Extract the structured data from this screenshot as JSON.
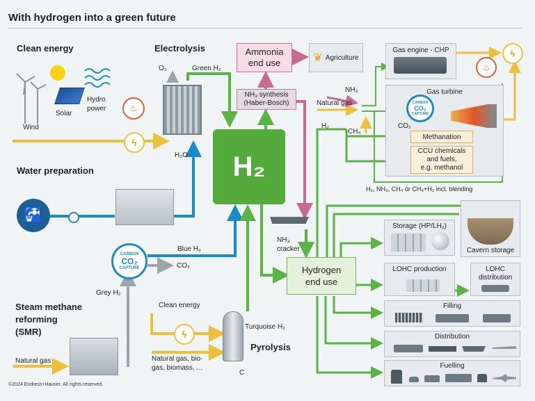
{
  "title": "With hydrogen into a green future",
  "sources": {
    "clean_energy": "Clean energy",
    "wind": "Wind",
    "solar": "Solar",
    "hydro_power_1": "Hydro",
    "hydro_power_2": "power",
    "water_preparation": "Water preparation",
    "smr_1": "Steam methane",
    "smr_2": "reforming",
    "smr_3": "(SMR)",
    "natural_gas": "Natural gas",
    "grey_h2": "Grey H₂"
  },
  "electrolysis": {
    "title": "Electrolysis",
    "o2": "O₂",
    "green_h2": "Green H₂",
    "h2o": "H₂O"
  },
  "hub": {
    "label": "H₂"
  },
  "carbon_capture": {
    "top": "CARBON",
    "mid": "CO₂",
    "bottom": "CAPTURE",
    "blue_h2": "Blue H₂",
    "co2": "CO₂"
  },
  "pyrolysis": {
    "title": "Pyrolysis",
    "clean_energy": "Clean energy",
    "turquoise_h2": "Turquoise H₂",
    "feed_1": "Natural gas, bio-",
    "feed_2": "gas, biomass, ...",
    "carbon": "C"
  },
  "ammonia": {
    "end_use_1": "Ammonia",
    "end_use_2": "end use",
    "synthesis_1": "NH₃ synthesis",
    "synthesis_2": "(Haber-Bosch)",
    "agriculture": "Agriculture",
    "cracker_1": "NH₃",
    "cracker_2": "cracker"
  },
  "power": {
    "gas_engine": "Gas engine - CHP",
    "gas_turbine": "Gas turbine",
    "nh3": "NH₃",
    "natural_gas": "Natural gas",
    "h2": "H₂",
    "ch4": "CH₄",
    "co2": "CO₂",
    "methanation": "Methanation",
    "ccu_1": "CCU chemicals",
    "ccu_2": "and fuels,",
    "ccu_3": "e.g. methanol",
    "blending": "H₂, NH₃, CH₄ or CH₄+H₂ incl. blending"
  },
  "hydrogen_end_use": {
    "line_1": "Hydrogen",
    "line_2": "end use"
  },
  "storage": {
    "storage": "Storage (HP/LH₂)",
    "cavern": "Cavern storage",
    "lohc_production": "LOHC production",
    "lohc_distribution_1": "LOHC",
    "lohc_distribution_2": "distribution",
    "filling": "Filling",
    "distribution": "Distribution",
    "fuelling": "Fuelling"
  },
  "footer": {
    "copyright": "©2024 Endress+Hauser. All rights reserved."
  },
  "colors": {
    "green": "#5cb345",
    "hub_green": "#55aa3c",
    "blue": "#1c89c8",
    "yellow": "#ecc03c",
    "pink": "#c96b90",
    "mauve": "#a48a9a",
    "gray": "#9ba6ab"
  }
}
